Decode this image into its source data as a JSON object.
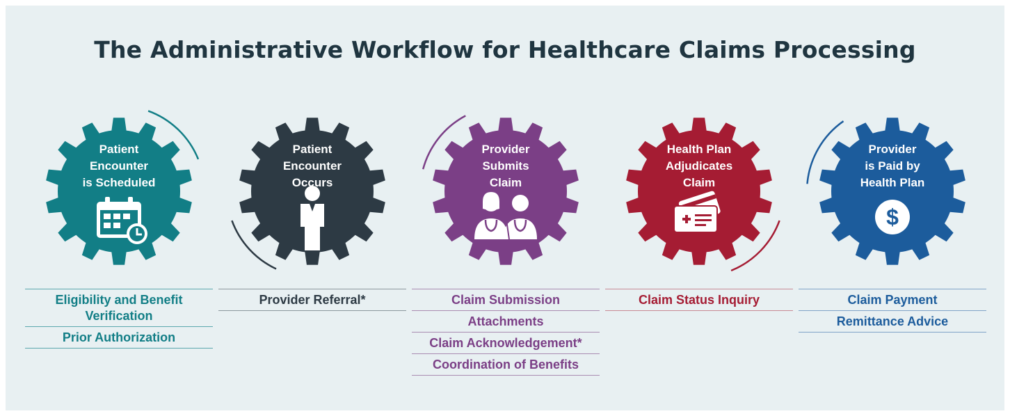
{
  "title": "The Administrative Workflow for Healthcare Claims Processing",
  "stages": [
    {
      "label": "Patient\nEncounter\nis Scheduled",
      "icon": "calendar-icon",
      "color": "#127e86",
      "text_color": "#127e86",
      "line_color": "#5aa7ad",
      "tasks": [
        "Eligibility and Benefit Verification",
        "Prior Authorization"
      ]
    },
    {
      "label": "Patient\nEncounter\nOccurs",
      "icon": "person-icon",
      "color": "#2d3a44",
      "text_color": "#2d3a44",
      "line_color": "#8a969d",
      "tasks": [
        "Provider Referral*"
      ]
    },
    {
      "label": "Provider\nSubmits\nClaim",
      "icon": "doctors-icon",
      "color": "#7b3f86",
      "text_color": "#7b3f86",
      "line_color": "#a98bb1",
      "tasks": [
        "Claim Submission",
        "Attachments",
        "Claim Acknowledgement*",
        "Coordination of Benefits"
      ]
    },
    {
      "label": "Health Plan\nAdjudicates\nClaim",
      "icon": "insurance-card-icon",
      "color": "#a51c33",
      "text_color": "#a51c33",
      "line_color": "#c88994",
      "tasks": [
        "Claim Status Inquiry"
      ]
    },
    {
      "label": "Provider\nis Paid by\nHealth Plan",
      "icon": "dollar-icon",
      "color": "#1c5c9c",
      "text_color": "#1c5c9c",
      "line_color": "#7fa3c7",
      "tasks": [
        "Claim Payment",
        "Remittance Advice"
      ]
    }
  ]
}
